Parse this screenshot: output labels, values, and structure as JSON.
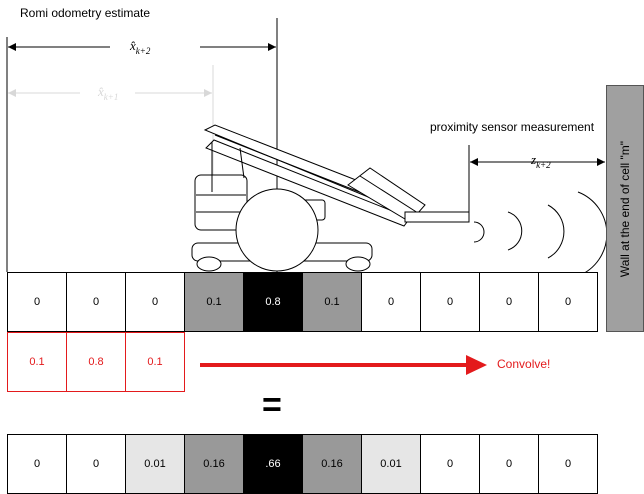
{
  "title": "Romi odometry estimate",
  "labels": {
    "xhat_k2": "x̂",
    "xhat_k2_sub": "k+2",
    "xhat_k1": "x̂",
    "xhat_k1_sub": "k+1",
    "z_k2": "z",
    "z_k2_sub": "k+2",
    "sensor": "proximity sensor measurement",
    "wall": "Wall at the end of cell \"m\"",
    "convolve": "Convolve!",
    "equals": "="
  },
  "belief_row": [
    "0",
    "0",
    "0",
    "0.1",
    "0.8",
    "0.1",
    "0",
    "0",
    "0",
    "0"
  ],
  "kernel_row": [
    "0.1",
    "0.8",
    "0.1"
  ],
  "result_row": [
    "0",
    "0",
    "0.01",
    "0.16",
    ".66",
    "0.16",
    "0.01",
    "0",
    "0",
    "0"
  ],
  "colors": {
    "belief": [
      "#ffffff",
      "#ffffff",
      "#ffffff",
      "#999999",
      "#000000",
      "#999999",
      "#ffffff",
      "#ffffff",
      "#ffffff",
      "#ffffff"
    ],
    "result": [
      "#ffffff",
      "#ffffff",
      "#e6e6e6",
      "#999999",
      "#000000",
      "#999999",
      "#e6e6e6",
      "#ffffff",
      "#ffffff",
      "#ffffff"
    ],
    "accent": "#e31a1c",
    "wall": "#a0a0a0"
  }
}
